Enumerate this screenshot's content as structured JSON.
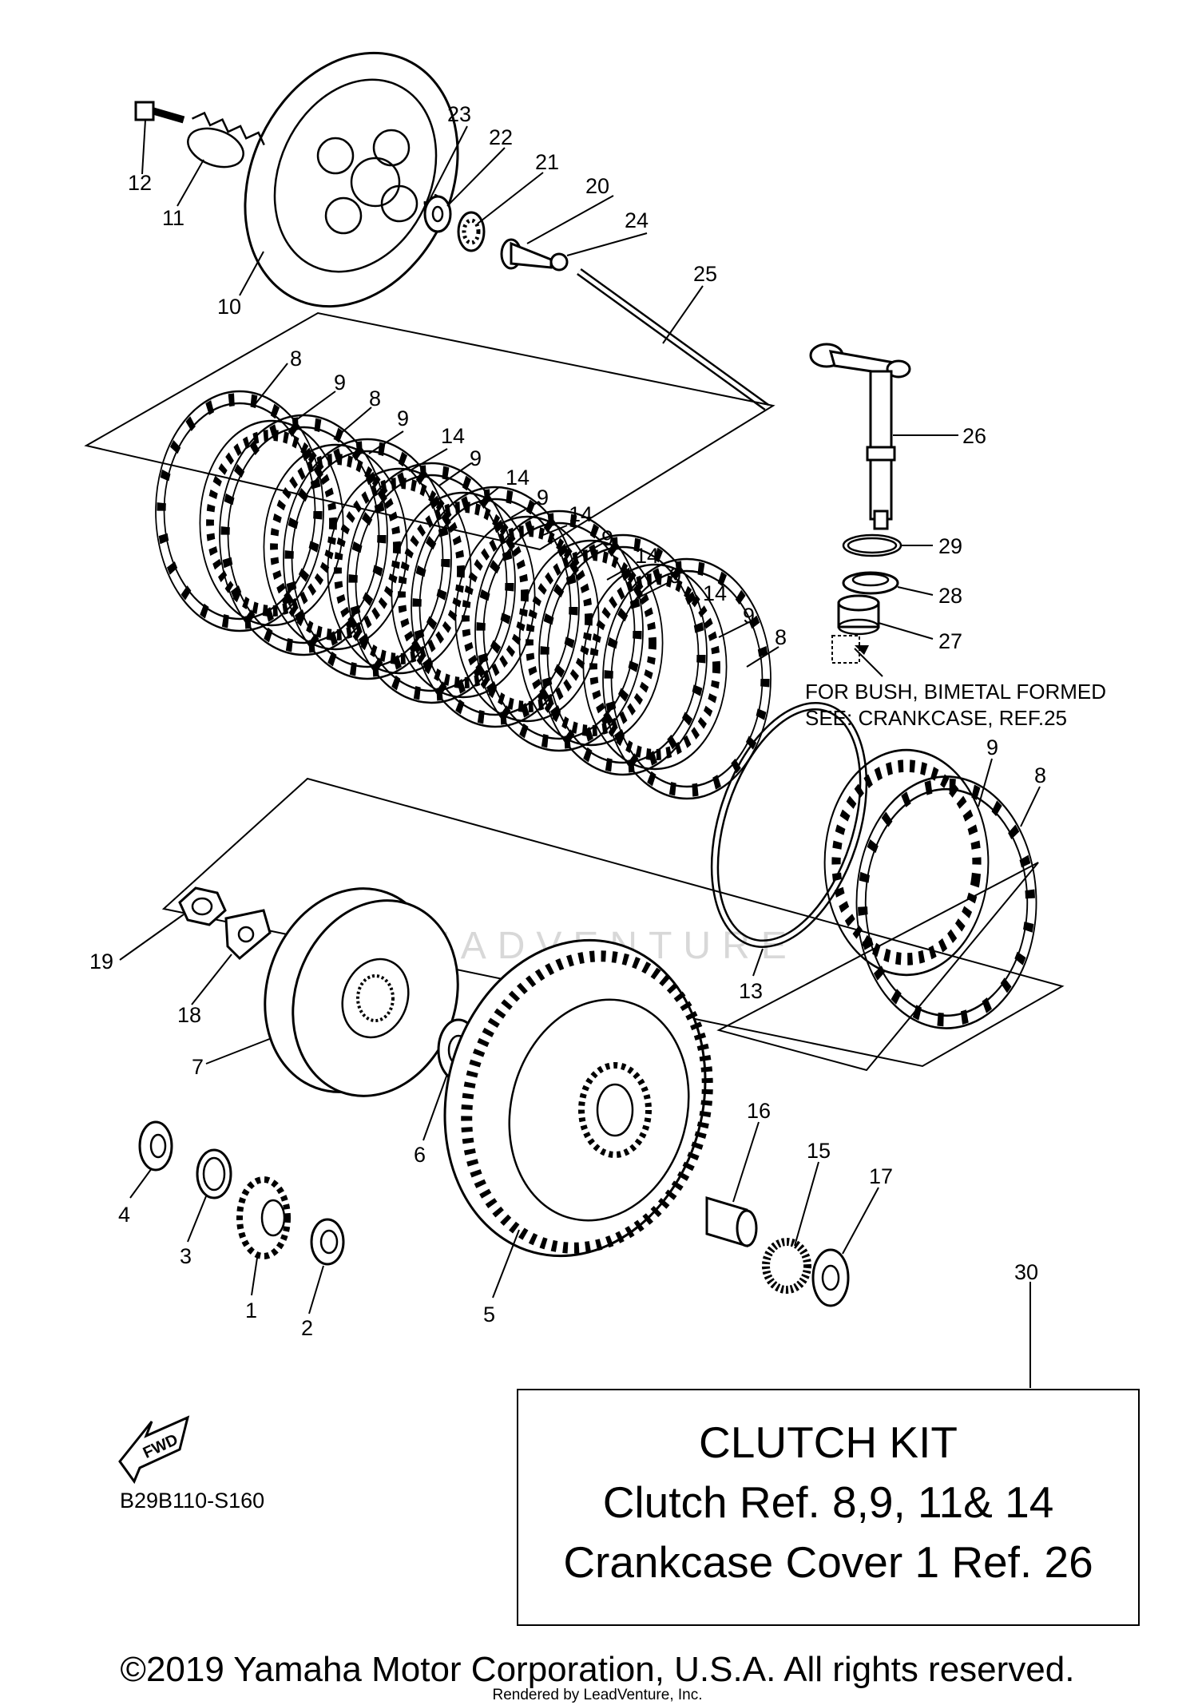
{
  "callouts": [
    {
      "num": "12"
    },
    {
      "num": "11"
    },
    {
      "num": "10"
    },
    {
      "num": "23"
    },
    {
      "num": "22"
    },
    {
      "num": "21"
    },
    {
      "num": "20"
    },
    {
      "num": "24"
    },
    {
      "num": "25"
    },
    {
      "num": "8"
    },
    {
      "num": "9"
    },
    {
      "num": "8"
    },
    {
      "num": "9"
    },
    {
      "num": "14"
    },
    {
      "num": "9"
    },
    {
      "num": "14"
    },
    {
      "num": "9"
    },
    {
      "num": "14"
    },
    {
      "num": "9"
    },
    {
      "num": "14"
    },
    {
      "num": "9"
    },
    {
      "num": "14"
    },
    {
      "num": "9"
    },
    {
      "num": "8"
    },
    {
      "num": "26"
    },
    {
      "num": "29"
    },
    {
      "num": "28"
    },
    {
      "num": "27"
    },
    {
      "num": "9"
    },
    {
      "num": "8"
    },
    {
      "num": "13"
    },
    {
      "num": "19"
    },
    {
      "num": "18"
    },
    {
      "num": "7"
    },
    {
      "num": "6"
    },
    {
      "num": "16"
    },
    {
      "num": "15"
    },
    {
      "num": "17"
    },
    {
      "num": "4"
    },
    {
      "num": "3"
    },
    {
      "num": "1"
    },
    {
      "num": "2"
    },
    {
      "num": "5"
    },
    {
      "num": "30"
    }
  ],
  "note": {
    "line1": "FOR BUSH, BIMETAL FORMED",
    "line2": "SEE: CRANKCASE, REF.25"
  },
  "fwd_label": "FWD",
  "diagram_code": "B29B110-S160",
  "kit_box": {
    "line1": "CLUTCH KIT",
    "line2": "Clutch Ref. 8,9, 11& 14",
    "line3": "Crankcase Cover 1 Ref. 26"
  },
  "watermark": "LEADVENTURE",
  "copyright": "©2019 Yamaha Motor Corporation, U.S.A. All rights reserved.",
  "rendered_by": "Rendered by LeadVenture, Inc."
}
